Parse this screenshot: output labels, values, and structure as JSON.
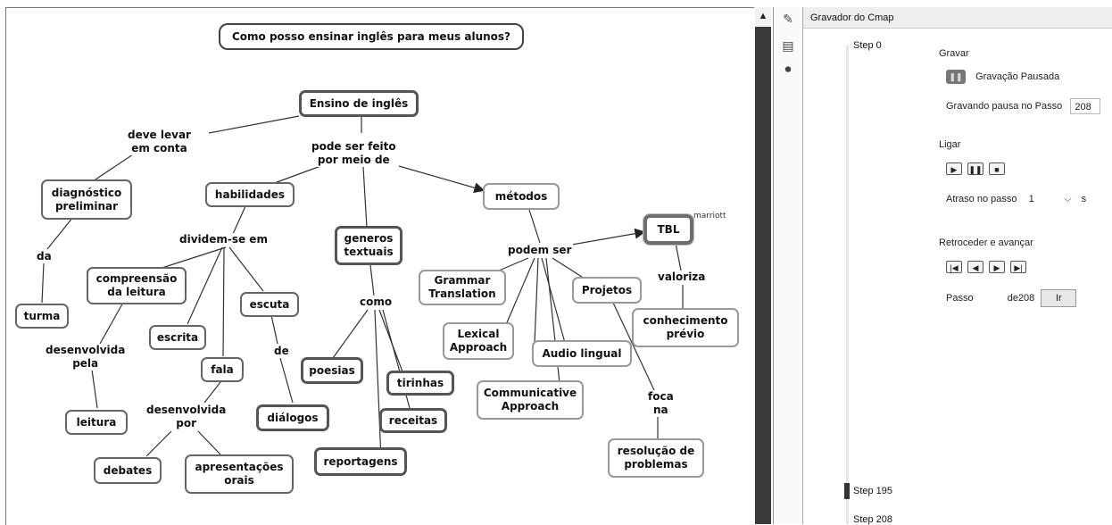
{
  "map": {
    "question": "Como posso ensinar inglês para meus alunos?",
    "concepts": {
      "ensino": "Ensino de inglês",
      "diagnostico": "diagnóstico\npreliminar",
      "habilidades": "habilidades",
      "generos": "generos\ntextuais",
      "metodos": "métodos",
      "tbl": "TBL",
      "turma": "turma",
      "compreensao": "compreensão\nda leitura",
      "escrita": "escrita",
      "escuta": "escuta",
      "fala": "fala",
      "leitura": "leitura",
      "dialogos": "diálogos",
      "debates": "debates",
      "apresentacoes": "apresentações\norais",
      "poesias": "poesias",
      "tirinhas": "tirinhas",
      "receitas": "receitas",
      "reportagens": "reportagens",
      "grammar": "Grammar\nTranslation",
      "lexical": "Lexical\nApproach",
      "audio": "Audio lingual",
      "communicative": "Communicative\nApproach",
      "projetos": "Projetos",
      "conhecimento": "conhecimento\nprévio",
      "resolucao": "resolução de\nproblemas"
    },
    "links": {
      "deve_levar": "deve levar\nem conta",
      "pode_ser_feito": "pode ser feito\npor meio de",
      "da": "da",
      "dividem": "dividem-se em",
      "como": "como",
      "podem_ser": "podem ser",
      "valoriza": "valoriza",
      "desenvolvida_pela": "desenvolvida\npela",
      "de": "de",
      "desenvolvida_por": "desenvolvida\npor",
      "foca_na": "foca\nna"
    },
    "annotation": "marriott"
  },
  "recorder": {
    "title": "Gravador do Cmap",
    "steps": [
      "Step 0",
      "Step 195",
      "Step 208"
    ],
    "gravar_label": "Gravar",
    "recording_status": "Gravação Pausada",
    "pause_step_label": "Gravando pausa no Passo",
    "pause_step_value": "208",
    "ligar_label": "Ligar",
    "delay_label": "Atraso no passo",
    "delay_value": "1",
    "delay_unit": "s",
    "nav_label": "Retroceder e avançar",
    "passo_label": "Passo",
    "passo_total": "de208",
    "go_label": "Ir"
  }
}
